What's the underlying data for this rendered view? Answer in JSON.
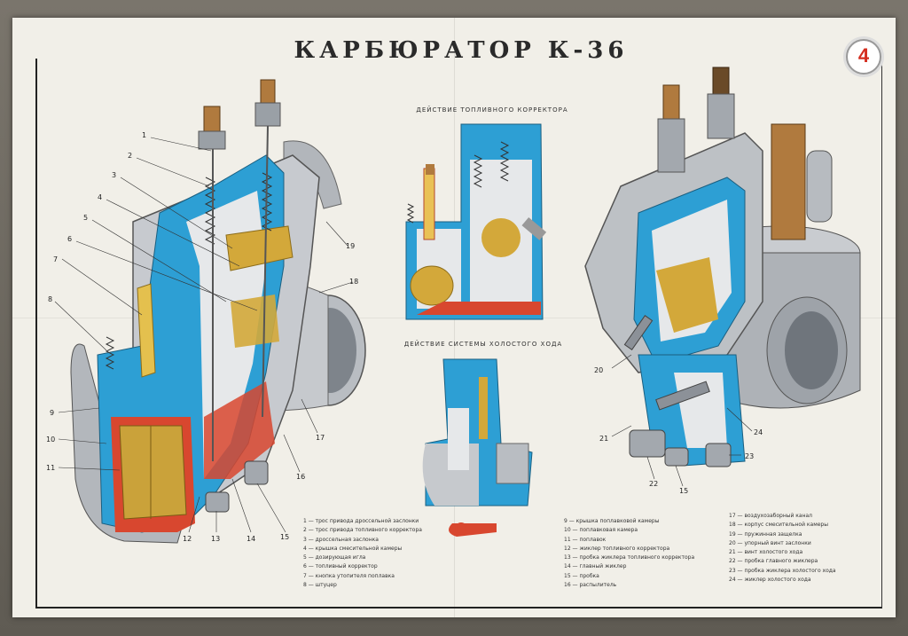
{
  "poster": {
    "title": "КАРБЮРАТОР К-36",
    "sheet_number": "4",
    "subtitle_fuel_corrector": "ДЕЙСТВИЕ ТОПЛИВНОГО КОРРЕКТОРА",
    "subtitle_idle_system": "ДЕЙСТВИЕ СИСТЕМЫ ХОЛОСТОГО ХОДА"
  },
  "callouts_left": [
    "1",
    "2",
    "3",
    "4",
    "5",
    "6",
    "7",
    "8",
    "9",
    "10",
    "11",
    "12",
    "13",
    "14",
    "15",
    "16",
    "17",
    "18",
    "19"
  ],
  "callouts_right": [
    "20",
    "21",
    "22",
    "15",
    "23",
    "24"
  ],
  "legend": {
    "col1": [
      "1 — трос привода дроссельной заслонки",
      "2 — трос привода топливного корректора",
      "3 — дроссельная заслонка",
      "4 — крышка смесительной камеры",
      "5 — дозирующая игла",
      "6 — топливный корректор",
      "7 — кнопка утопителя поплавка",
      "8 — штуцер"
    ],
    "col2": [
      "9 — крышка поплавковой камеры",
      "10 — поплавковая камера",
      "11 — поплавок",
      "12 — жиклер топливного корректора",
      "13 — пробка жиклера топливного корректора",
      "14 — главный жиклер",
      "15 — пробка",
      "16 — распылитель"
    ],
    "col3": [
      "17 — воздухозаборный канал",
      "18 — корпус смесительной камеры",
      "19 — пружинная защелка",
      "20 — упорный винт заслонки",
      "21 — винт холостого хода",
      "22 — пробка главного жиклера",
      "23 — пробка жиклера холостого хода",
      "24 — жиклер холостого хода"
    ]
  },
  "colors": {
    "paper": "#f1efe8",
    "metal": "#a9adb3",
    "cutaway_blue": "#2d9fd4",
    "fuel_red": "#d8472f",
    "brass": "#d3a83a",
    "cable_copper": "#b07a3e"
  }
}
